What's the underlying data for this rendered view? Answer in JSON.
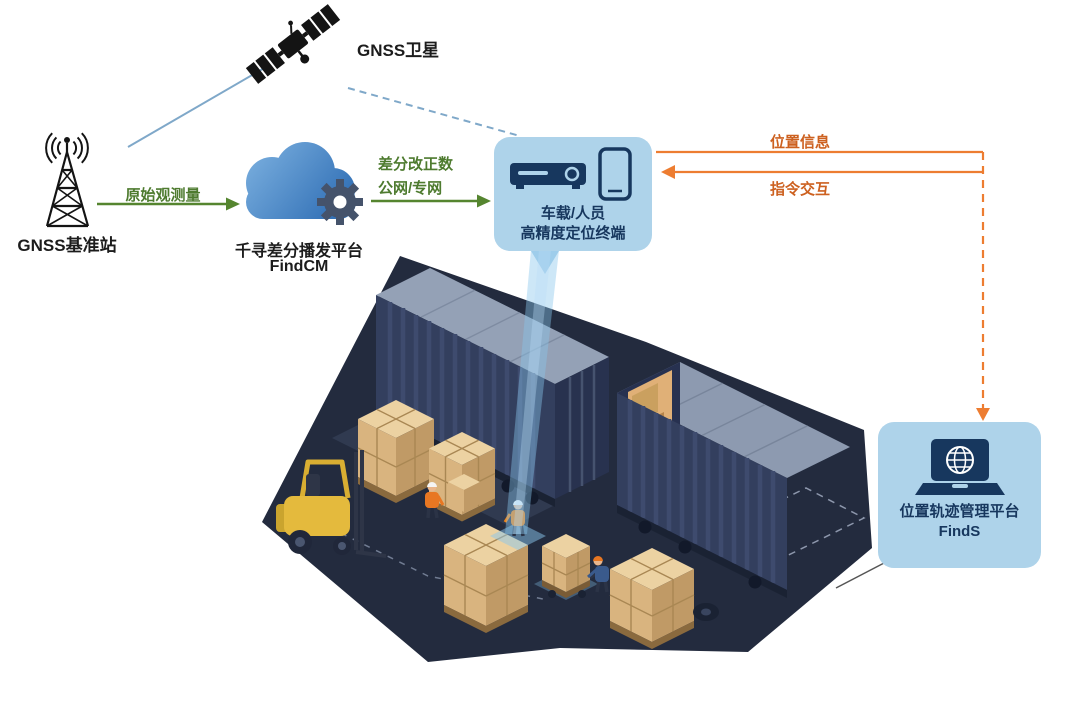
{
  "diagram": {
    "satellite": {
      "label": "GNSS卫星"
    },
    "base_station": {
      "label": "GNSS基准站"
    },
    "cloud": {
      "title": "千寻差分播发平台",
      "subtitle": "FindCM"
    },
    "terminal": {
      "line1": "车载/人员",
      "line2": "高精度定位终端"
    },
    "platform": {
      "title": "位置轨迹管理平台",
      "subtitle": "FindS"
    },
    "links": {
      "raw_observation": "原始观测量",
      "correction_line1": "差分改正数",
      "correction_line2": "公网/专网",
      "position_info": "位置信息",
      "command_interaction": "指令交互"
    },
    "colors": {
      "arrow_green": "#55852f",
      "label_green": "#4e7b2f",
      "link_blue": "#7fa8c9",
      "arrow_orange": "#ed7d31",
      "label_orange": "#cd6120",
      "node_background": "#aed3ea",
      "node_text": "#17375e",
      "container_navy": "#333f5e",
      "floor_dark": "#232b3e",
      "box_tan": "#d9b47f",
      "forklift_yellow": "#e4ba3d"
    }
  }
}
